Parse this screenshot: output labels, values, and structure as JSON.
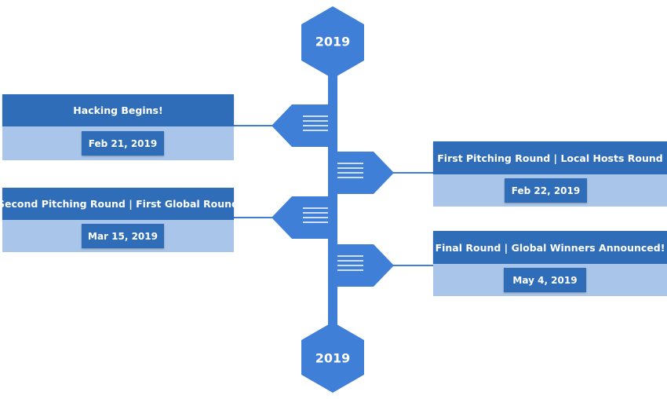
{
  "timeline": {
    "start_year": "2019",
    "end_year": "2019",
    "colors": {
      "spine": "#3f7fd8",
      "hexagon": "#3f7fd8",
      "card_header": "#2f6db8",
      "card_body": "#a9c6ea",
      "badge_lines": "#ffffff"
    },
    "events": [
      {
        "title": "Hacking Begins!",
        "date": "Feb 21, 2019",
        "side": "left"
      },
      {
        "title": "First Pitching Round | Local Hosts Round",
        "date": "Feb 22, 2019",
        "side": "right"
      },
      {
        "title": "Second Pitching Round | First Global Round",
        "date": "Mar 15, 2019",
        "side": "left"
      },
      {
        "title": "Final Round | Global Winners Announced!",
        "date": "May 4, 2019",
        "side": "right"
      }
    ]
  }
}
